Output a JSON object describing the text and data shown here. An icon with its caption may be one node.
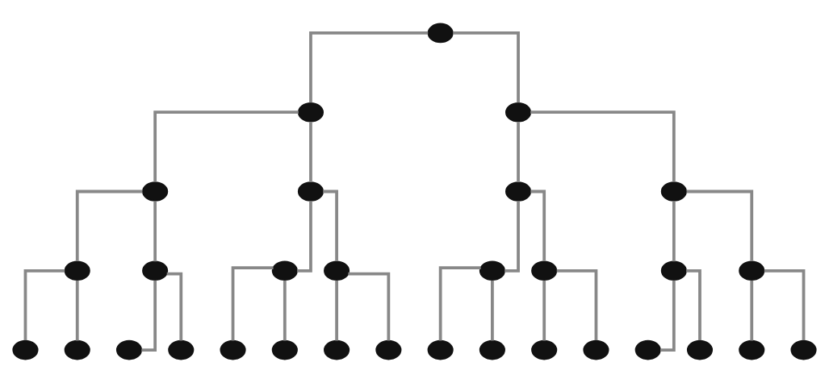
{
  "diagram": {
    "nodes": [
      {
        "text": [],
        "shape": "circle"
      },
      {
        "text": [],
        "shape": "circle"
      },
      {
        "text": [],
        "shape": "circle"
      },
      {
        "text": [],
        "shape": "circle"
      },
      {
        "text": [],
        "shape": "circle"
      },
      {
        "text": [],
        "shape": "circle"
      },
      {
        "text": [],
        "shape": "circle"
      },
      {
        "text": [],
        "shape": "circle"
      },
      {
        "text": [],
        "shape": "circle"
      },
      {
        "text": [],
        "shape": "circle"
      },
      {
        "text": [],
        "shape": "circle"
      },
      {
        "text": [],
        "shape": "circle"
      },
      {
        "text": [],
        "shape": "circle"
      },
      {
        "text": [],
        "shape": "circle"
      },
      {
        "text": [],
        "shape": "circle"
      },
      {
        "text": [],
        "shape": "circle"
      },
      {
        "text": [],
        "shape": "circle"
      },
      {
        "text": [],
        "shape": "circle"
      },
      {
        "text": [],
        "shape": "circle"
      },
      {
        "text": [],
        "shape": "circle"
      },
      {
        "text": [],
        "shape": "circle"
      },
      {
        "text": [],
        "shape": "circle"
      },
      {
        "text": [],
        "shape": "circle"
      },
      {
        "text": [],
        "shape": "circle"
      },
      {
        "text": [],
        "shape": "circle"
      },
      {
        "text": [],
        "shape": "circle"
      },
      {
        "text": [],
        "shape": "circle"
      },
      {
        "text": [],
        "shape": "circle"
      },
      {
        "text": [],
        "shape": "circle"
      },
      {
        "text": [],
        "shape": "circle"
      },
      {
        "text": [],
        "shape": "circle"
      }
    ],
    "edges": [
      {
        "from": 0,
        "to": 1,
        "arrow": "none"
      },
      {
        "from": 0,
        "to": 2,
        "arrow": "none"
      },
      {
        "from": 1,
        "to": 3,
        "arrow": "none"
      },
      {
        "from": 1,
        "to": 4,
        "arrow": "none"
      },
      {
        "from": 2,
        "to": 5,
        "arrow": "none"
      },
      {
        "from": 2,
        "to": 6,
        "arrow": "none"
      },
      {
        "from": 3,
        "to": 7,
        "arrow": "none"
      },
      {
        "from": 3,
        "to": 8,
        "arrow": "none"
      },
      {
        "from": 4,
        "to": 9,
        "arrow": "none"
      },
      {
        "from": 4,
        "to": 10,
        "arrow": "none"
      },
      {
        "from": 5,
        "to": 11,
        "arrow": "none"
      },
      {
        "from": 5,
        "to": 12,
        "arrow": "none"
      },
      {
        "from": 6,
        "to": 13,
        "arrow": "none"
      },
      {
        "from": 6,
        "to": 14,
        "arrow": "none"
      },
      {
        "from": 7,
        "to": 15,
        "arrow": "none"
      },
      {
        "from": 7,
        "to": 16,
        "arrow": "none"
      },
      {
        "from": 8,
        "to": 17,
        "arrow": "none"
      },
      {
        "from": 8,
        "to": 18,
        "arrow": "none"
      },
      {
        "from": 9,
        "to": 19,
        "arrow": "none"
      },
      {
        "from": 9,
        "to": 20,
        "arrow": "none"
      },
      {
        "from": 10,
        "to": 21,
        "arrow": "none"
      },
      {
        "from": 10,
        "to": 22,
        "arrow": "none"
      },
      {
        "from": 11,
        "to": 23,
        "arrow": "none"
      },
      {
        "from": 11,
        "to": 24,
        "arrow": "none"
      },
      {
        "from": 12,
        "to": 25,
        "arrow": "none"
      },
      {
        "from": 12,
        "to": 26,
        "arrow": "none"
      },
      {
        "from": 13,
        "to": 27,
        "arrow": "none"
      },
      {
        "from": 13,
        "to": 28,
        "arrow": "none"
      },
      {
        "from": 14,
        "to": 29,
        "arrow": "none"
      },
      {
        "from": 14,
        "to": 30,
        "arrow": "none"
      }
    ]
  }
}
